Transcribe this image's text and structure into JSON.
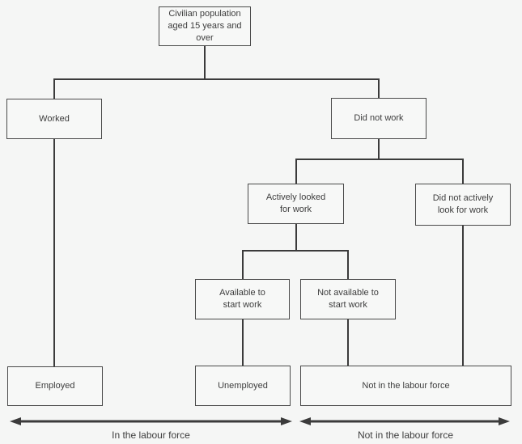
{
  "diagram": {
    "nodes": {
      "civilian": "Civilian population\naged 15 years and\nover",
      "worked": "Worked",
      "did_not_work": "Did not work",
      "actively_looked": "Actively looked\nfor work",
      "did_not_actively": "Did not actively\nlook for work",
      "available": "Available to\nstart work",
      "not_available": "Not available to\nstart work",
      "employed": "Employed",
      "unemployed": "Unemployed",
      "not_in_labour_force": "Not in the labour force"
    },
    "footer": {
      "left_arrow_label": "In the labour force",
      "right_arrow_label": "Not in the labour force"
    },
    "colors": {
      "background": "#f5f6f5",
      "box_fill": "#f7f8f7",
      "box_border": "#4a4a4a",
      "line": "#3b3b3b",
      "text": "#3d3d3d"
    }
  }
}
